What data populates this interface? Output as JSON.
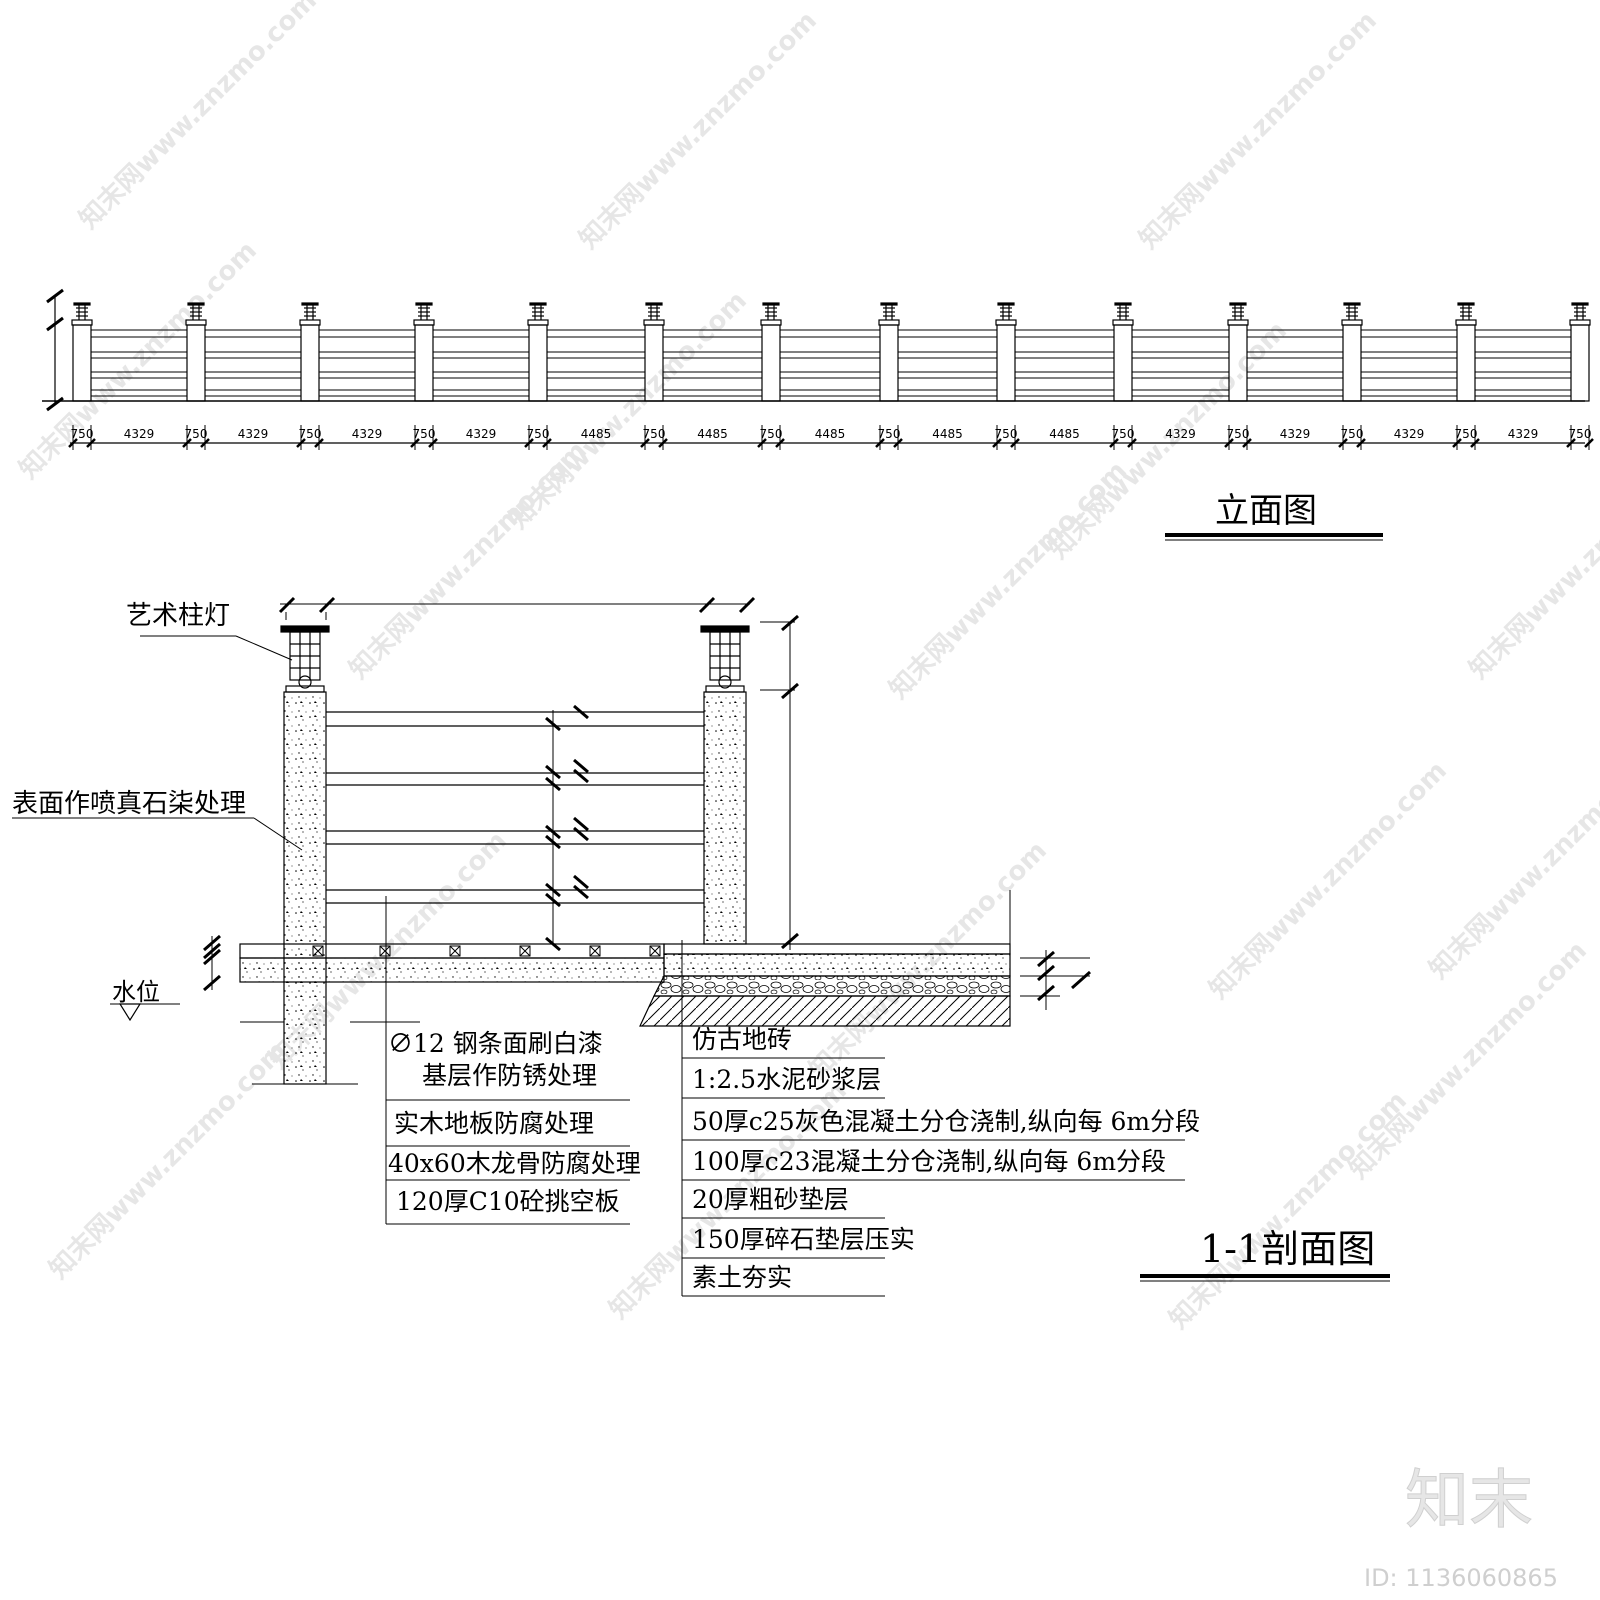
{
  "elevation": {
    "title": "立面图",
    "dimensions": [
      "750",
      "4329",
      "750",
      "4329",
      "750",
      "4329",
      "750",
      "4329",
      "750",
      "4485",
      "750",
      "4485",
      "750",
      "4485",
      "750",
      "4485",
      "750",
      "4485",
      "750",
      "4329",
      "750",
      "4329",
      "750",
      "4329",
      "750",
      "4329",
      "750"
    ]
  },
  "section": {
    "title": "1-1剖面图",
    "lamp_label": "艺术柱灯",
    "surface_label": "表面作喷真石柒处理",
    "water_label": "水位",
    "left_notes": [
      "∅12 钢条面刷白漆",
      "基层作防锈处理",
      "实木地板防腐处理",
      "40x60木龙骨防腐处理",
      "120厚C10砼挑空板"
    ],
    "right_notes": [
      "仿古地砖",
      "1:2.5水泥砂浆层",
      "50厚c25灰色混凝土分仓浇制,纵向每 6m分段",
      "100厚c23混凝土分仓浇制,纵向每 6m分段",
      "20厚粗砂垫层",
      "150厚碎石垫层压实",
      "素土夯实"
    ]
  },
  "watermark": {
    "text": "知末网www.znzmo.com"
  },
  "brand": {
    "logo": "知末",
    "id_label": "ID: 1136060865"
  }
}
